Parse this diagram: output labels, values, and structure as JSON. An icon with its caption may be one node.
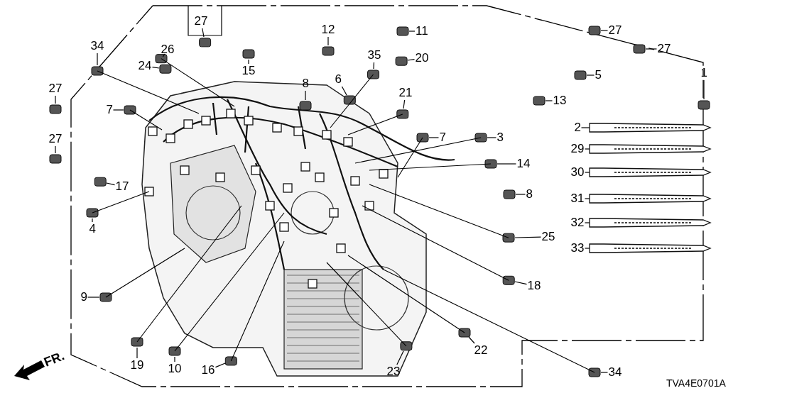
{
  "diagram": {
    "nodes": [
      {
        "text": [
          "27"
        ]
      },
      {
        "text": [
          "34"
        ]
      },
      {
        "text": [
          "26"
        ]
      },
      {
        "text": [
          "24"
        ]
      },
      {
        "text": [
          "12"
        ]
      },
      {
        "text": [
          "11"
        ]
      },
      {
        "text": [
          "35"
        ]
      },
      {
        "text": [
          "15"
        ]
      },
      {
        "text": [
          "20"
        ]
      },
      {
        "text": [
          "27"
        ]
      },
      {
        "text": [
          "27"
        ]
      },
      {
        "text": [
          "5"
        ]
      },
      {
        "text": [
          "8"
        ]
      },
      {
        "text": [
          "6"
        ]
      },
      {
        "text": [
          "27"
        ]
      },
      {
        "text": [
          "27"
        ]
      },
      {
        "text": [
          "7"
        ]
      },
      {
        "text": [
          "21"
        ]
      },
      {
        "text": [
          "13"
        ]
      },
      {
        "text": [
          "1"
        ]
      },
      {
        "text": [
          "2"
        ]
      },
      {
        "text": [
          "29"
        ]
      },
      {
        "text": [
          "30"
        ]
      },
      {
        "text": [
          "31"
        ]
      },
      {
        "text": [
          "32"
        ]
      },
      {
        "text": [
          "33"
        ]
      },
      {
        "text": [
          "3"
        ]
      },
      {
        "text": [
          "7"
        ]
      },
      {
        "text": [
          "17"
        ]
      },
      {
        "text": [
          "14"
        ]
      },
      {
        "text": [
          "8"
        ]
      },
      {
        "text": [
          "4"
        ]
      },
      {
        "text": [
          "25"
        ]
      },
      {
        "text": [
          "18"
        ]
      },
      {
        "text": [
          "9"
        ]
      },
      {
        "text": [
          "22"
        ]
      },
      {
        "text": [
          "23"
        ]
      },
      {
        "text": [
          "34"
        ]
      },
      {
        "text": [
          "19"
        ]
      },
      {
        "text": [
          "10"
        ]
      },
      {
        "text": [
          "16"
        ]
      }
    ],
    "edges": [
      {
        "from": 0,
        "to": null,
        "arrow": "none"
      },
      {
        "from": 1,
        "to": null,
        "arrow": "none"
      },
      {
        "from": 2,
        "to": null,
        "arrow": "none"
      },
      {
        "from": 3,
        "to": null,
        "arrow": "none"
      },
      {
        "from": 4,
        "to": null,
        "arrow": "none"
      },
      {
        "from": 5,
        "to": null,
        "arrow": "none"
      },
      {
        "from": 6,
        "to": null,
        "arrow": "none"
      },
      {
        "from": 7,
        "to": null,
        "arrow": "none"
      },
      {
        "from": 8,
        "to": null,
        "arrow": "none"
      },
      {
        "from": 9,
        "to": null,
        "arrow": "none"
      },
      {
        "from": 10,
        "to": null,
        "arrow": "none"
      },
      {
        "from": 11,
        "to": null,
        "arrow": "none"
      },
      {
        "from": 12,
        "to": null,
        "arrow": "none"
      },
      {
        "from": 13,
        "to": null,
        "arrow": "none"
      },
      {
        "from": 14,
        "to": null,
        "arrow": "none"
      },
      {
        "from": 15,
        "to": null,
        "arrow": "none"
      },
      {
        "from": 16,
        "to": null,
        "arrow": "none"
      },
      {
        "from": 17,
        "to": null,
        "arrow": "none"
      },
      {
        "from": 18,
        "to": null,
        "arrow": "none"
      },
      {
        "from": 19,
        "to": null,
        "arrow": "none"
      },
      {
        "from": 20,
        "to": null,
        "arrow": "none"
      },
      {
        "from": 21,
        "to": null,
        "arrow": "none"
      },
      {
        "from": 22,
        "to": null,
        "arrow": "none"
      },
      {
        "from": 23,
        "to": null,
        "arrow": "none"
      },
      {
        "from": 24,
        "to": null,
        "arrow": "none"
      },
      {
        "from": 25,
        "to": null,
        "arrow": "none"
      },
      {
        "from": 26,
        "to": null,
        "arrow": "none"
      },
      {
        "from": 27,
        "to": null,
        "arrow": "none"
      },
      {
        "from": 28,
        "to": null,
        "arrow": "none"
      },
      {
        "from": 29,
        "to": null,
        "arrow": "none"
      },
      {
        "from": 30,
        "to": null,
        "arrow": "none"
      },
      {
        "from": 31,
        "to": null,
        "arrow": "none"
      },
      {
        "from": 32,
        "to": null,
        "arrow": "none"
      },
      {
        "from": 33,
        "to": null,
        "arrow": "none"
      },
      {
        "from": 34,
        "to": null,
        "arrow": "none"
      },
      {
        "from": 35,
        "to": null,
        "arrow": "none"
      },
      {
        "from": 36,
        "to": null,
        "arrow": "none"
      },
      {
        "from": 37,
        "to": null,
        "arrow": "none"
      },
      {
        "from": 38,
        "to": null,
        "arrow": "none"
      },
      {
        "from": 39,
        "to": null,
        "arrow": "none"
      },
      {
        "from": 40,
        "to": null,
        "arrow": "none"
      }
    ],
    "labels": [
      "FR.",
      "TVA4E0701A"
    ]
  }
}
